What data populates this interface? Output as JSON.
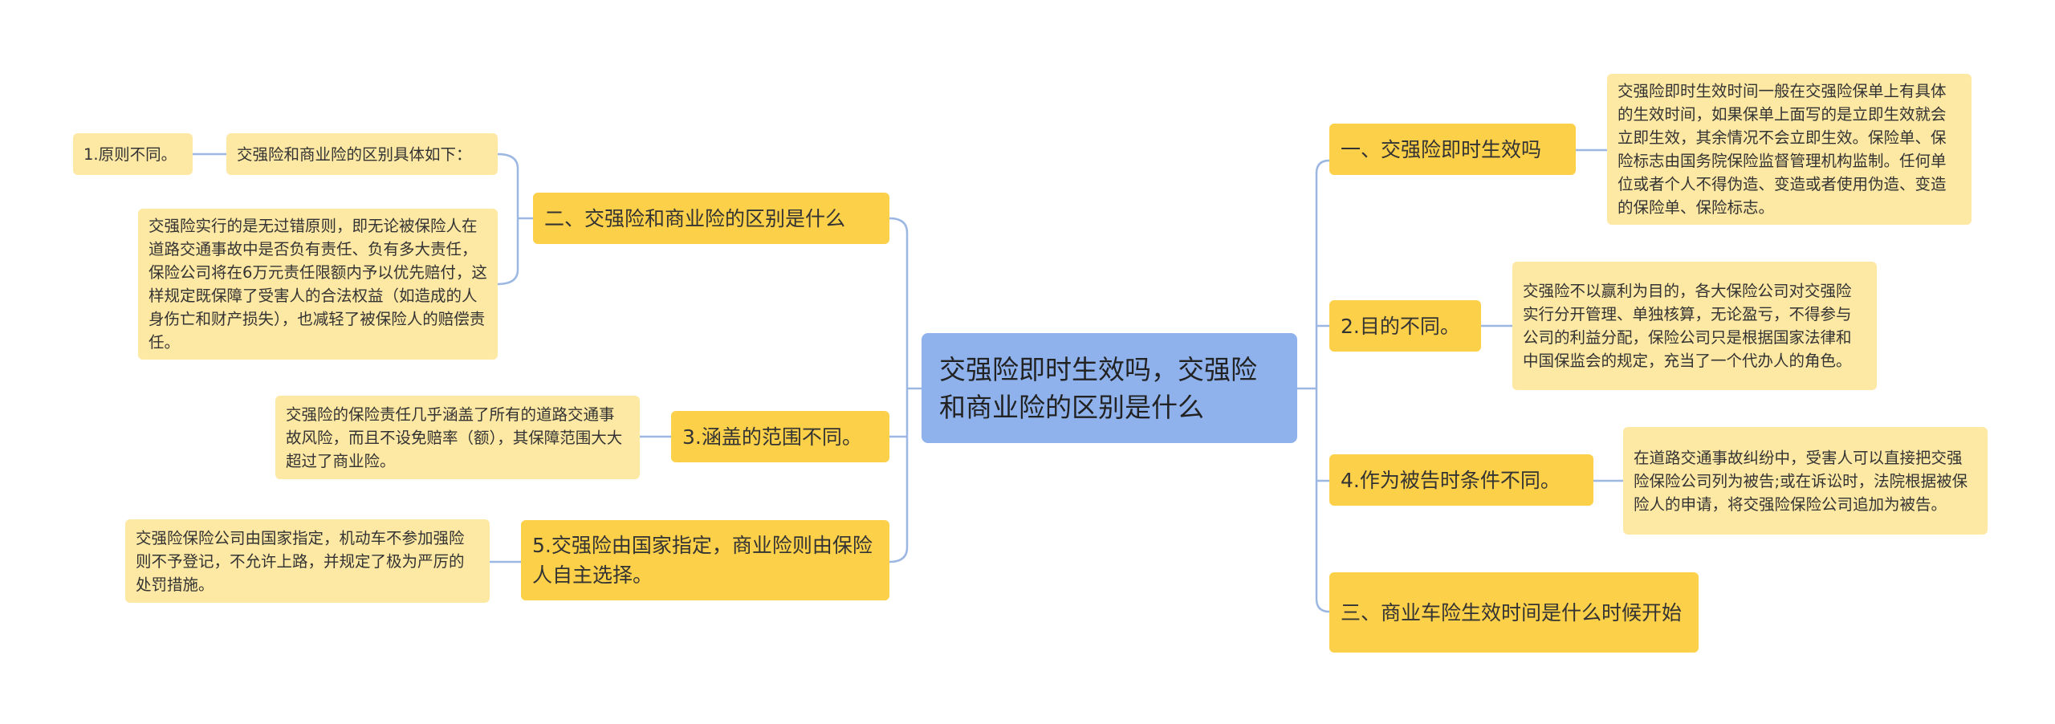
{
  "colors": {
    "center": "#8fb2ec",
    "branch": "#fdd04a",
    "leaf": "#fde8a4",
    "connector": "#9bb7e2"
  },
  "center": {
    "text": "交强险即时生效吗，交强险和商业险的区别是什么"
  },
  "right_branches": [
    {
      "label": "一、交强险即时生效吗",
      "detail": "交强险即时生效时间一般在交强险保单上有具体的生效时间，如果保单上面写的是立即生效就会立即生效，其余情况不会立即生效。保险单、保险标志由国务院保险监督管理机构监制。任何单位或者个人不得伪造、变造或者使用伪造、变造的保险单、保险标志。"
    },
    {
      "label": "2.目的不同。",
      "detail": "交强险不以赢利为目的，各大保险公司对交强险实行分开管理、单独核算，无论盈亏，不得参与公司的利益分配，保险公司只是根据国家法律和中国保监会的规定，充当了一个代办人的角色。"
    },
    {
      "label": "4.作为被告时条件不同。",
      "detail": "在道路交通事故纠纷中，受害人可以直接把交强险保险公司列为被告;或在诉讼时，法院根据被保险人的申请，将交强险保险公司追加为被告。"
    },
    {
      "label": "三、商业车险生效时间是什么时候开始"
    }
  ],
  "left_branches": [
    {
      "label": "二、交强险和商业险的区别是什么",
      "children": [
        {
          "text": "交强险和商业险的区别具体如下：",
          "child": "1.原则不同。"
        },
        {
          "text": "交强险实行的是无过错原则，即无论被保险人在道路交通事故中是否负有责任、负有多大责任，保险公司将在6万元责任限额内予以优先赔付，这样规定既保障了受害人的合法权益（如造成的人身伤亡和财产损失），也减轻了被保险人的赔偿责任。"
        }
      ]
    },
    {
      "label": "3.涵盖的范围不同。",
      "detail": "交强险的保险责任几乎涵盖了所有的道路交通事故风险，而且不设免赔率（额），其保障范围大大超过了商业险。"
    },
    {
      "label": "5.交强险由国家指定，商业险则由保险人自主选择。",
      "detail": "交强险保险公司由国家指定，机动车不参加强险则不予登记，不允许上路，并规定了极为严厉的处罚措施。"
    }
  ]
}
